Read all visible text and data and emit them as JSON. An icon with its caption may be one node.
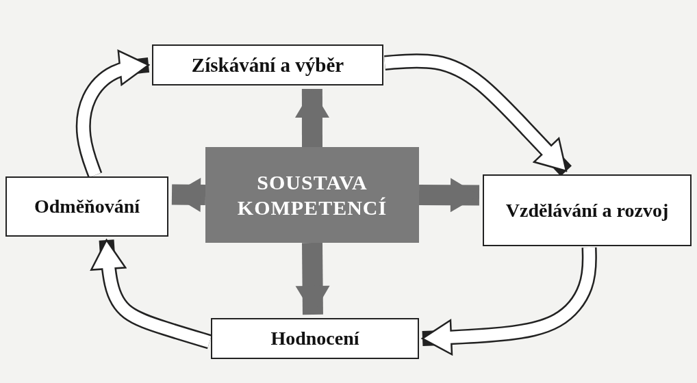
{
  "diagram": {
    "nodes": [
      {
        "text": [
          "Získávání a výběr"
        ]
      },
      {
        "text": [
          "Odměňování"
        ]
      },
      {
        "text": [
          "SOUSTAVA KOMPETENCÍ"
        ]
      },
      {
        "text": [
          "Vzdělávání a rozvoj"
        ]
      },
      {
        "text": [
          "Hodnocení"
        ]
      }
    ],
    "edges": [
      {
        "from": 2,
        "to": 0,
        "arrow": "to",
        "color": "#6e6e6e"
      },
      {
        "from": 2,
        "to": 1,
        "arrow": "to",
        "color": "#6e6e6e"
      },
      {
        "from": 2,
        "to": 3,
        "arrow": "to",
        "color": "#6e6e6e"
      },
      {
        "from": 2,
        "to": 4,
        "arrow": "to",
        "color": "#6e6e6e"
      },
      {
        "from": 0,
        "to": 3,
        "arrow": "to"
      },
      {
        "from": 3,
        "to": 4,
        "arrow": "to"
      },
      {
        "from": 4,
        "to": 1,
        "arrow": "to"
      },
      {
        "from": 1,
        "to": 0,
        "arrow": "to"
      }
    ]
  }
}
